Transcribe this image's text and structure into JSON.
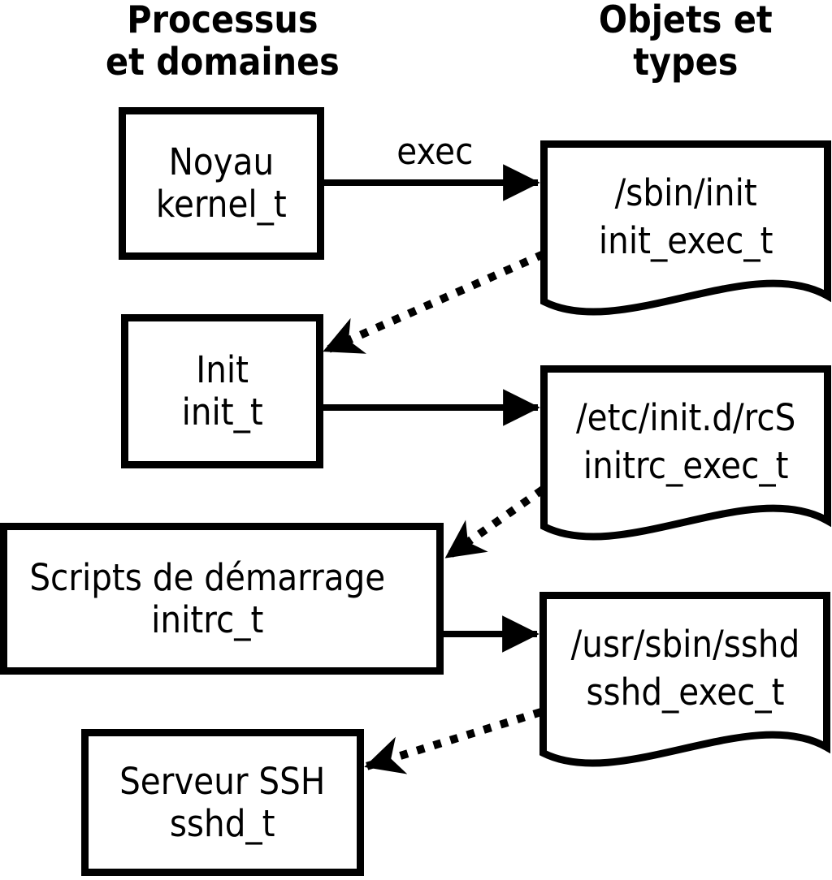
{
  "headers": {
    "left": "Processus\net domaines",
    "right": "Objets et\ntypes"
  },
  "processes": [
    {
      "label": "Noyau\nkernel_t"
    },
    {
      "label": "Init\ninit_t"
    },
    {
      "label": "Scripts de démarrage\ninitrc_t"
    },
    {
      "label": "Serveur SSH\nsshd_t"
    }
  ],
  "objects": [
    {
      "label": "/sbin/init\ninit_exec_t"
    },
    {
      "label": "/etc/init.d/rcS\ninitrc_exec_t"
    },
    {
      "label": "/usr/sbin/sshd\nsshd_exec_t"
    }
  ],
  "edges": {
    "exec_label": "exec"
  },
  "colors": {
    "ink": "#000000",
    "background": "#ffffff"
  }
}
